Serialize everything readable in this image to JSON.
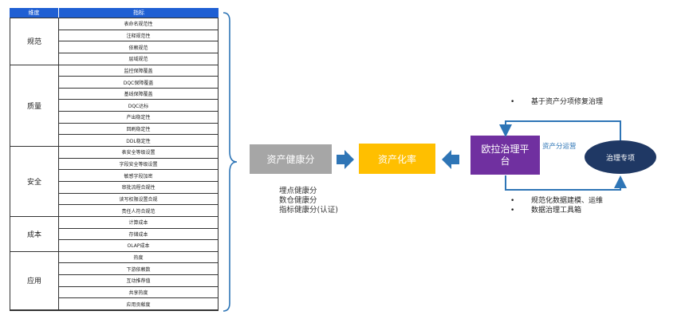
{
  "table": {
    "header": {
      "dimension": "维度",
      "metric": "指标"
    },
    "groups": [
      {
        "name": "规范",
        "metrics": [
          "表命名规范性",
          "注释规范性",
          "依赖规范",
          "层域规范"
        ]
      },
      {
        "name": "质量",
        "metrics": [
          "监控保障覆盖",
          "DQC保障覆盖",
          "基线保障覆盖",
          "DQC达标",
          "产出稳定性",
          "回刷稳定性",
          "DDL稳定性"
        ]
      },
      {
        "name": "安全",
        "metrics": [
          "表安全等级设置",
          "字段安全等级设置",
          "敏感字段加密",
          "审批流程合规性",
          "读写权限设置合规",
          "责任人符合规范"
        ]
      },
      {
        "name": "成本",
        "metrics": [
          "计算成本",
          "存储成本",
          "OLAP成本"
        ]
      },
      {
        "name": "应用",
        "metrics": [
          "热度",
          "下游依赖数",
          "互动推荐值",
          "共享热度",
          "应用贡献度"
        ]
      }
    ]
  },
  "boxes": {
    "health": "资产健康分",
    "rate": "资产化率",
    "platform": "欧拉治理平台",
    "topic": "治理专项"
  },
  "health_scores": [
    "埋点健康分",
    "数仓健康分",
    "指标健康分(认证)"
  ],
  "ops_label": "资产分运营",
  "top_bullets": [
    {
      "bullet": "•",
      "text": "基于资产分项修复治理"
    }
  ],
  "bottom_bullets": [
    {
      "bullet": "•",
      "text": "规范化数据建模、运维"
    },
    {
      "bullet": "•",
      "text": "数据治理工具箱"
    }
  ],
  "colors": {
    "table_header": "#1f5fd3",
    "health_box": "#a6a6a6",
    "rate_box": "#ffbf00",
    "platform_box": "#7030a0",
    "topic_box": "#1f3864",
    "arrow": "#2e75b6"
  }
}
